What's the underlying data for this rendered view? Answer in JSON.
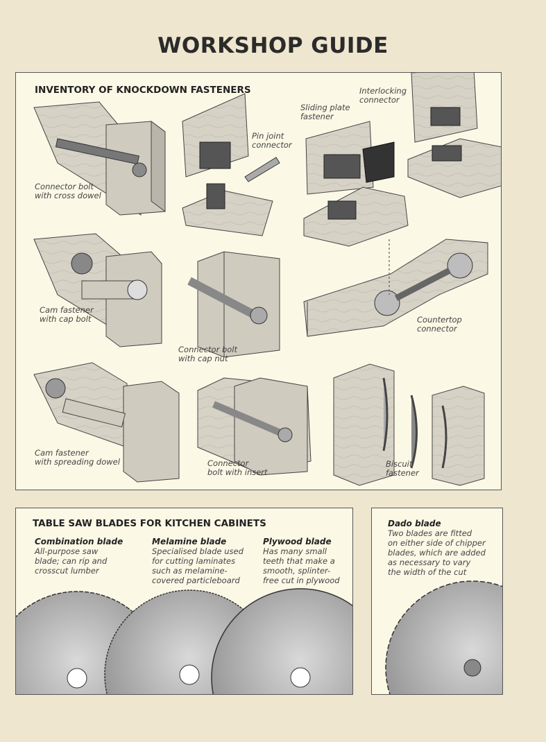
{
  "page_title": "WORKSHOP GUIDE",
  "fasteners": {
    "heading": "INVENTORY OF KNOCKDOWN FASTENERS",
    "labels": {
      "connector_bolt_cross_dowel": [
        "Connector bolt",
        "with cross dowel"
      ],
      "pin_joint": [
        "Pin joint",
        "connector"
      ],
      "sliding_plate": [
        "Sliding plate",
        "fastener"
      ],
      "interlocking": [
        "Interlocking",
        "connector"
      ],
      "cam_cap_bolt": [
        "Cam fastener",
        "with cap bolt"
      ],
      "connector_cap_nut": [
        "Connector bolt",
        "with cap nut"
      ],
      "countertop": [
        "Countertop",
        "connector"
      ],
      "cam_spreading": [
        "Cam fastener",
        "with spreading dowel"
      ],
      "connector_insert": [
        "Connector",
        "bolt with insert"
      ],
      "biscuit": [
        "Biscuit",
        "fastener"
      ]
    }
  },
  "blades": {
    "heading": "TABLE SAW BLADES FOR KITCHEN CABINETS",
    "items": [
      {
        "title": "Combination blade",
        "desc": [
          "All-purpose saw",
          "blade; can rip and",
          "crosscut lumber"
        ]
      },
      {
        "title": "Melamine blade",
        "desc": [
          "Specialised blade used",
          "for cutting laminates",
          "such as melamine-",
          "covered particleboard"
        ]
      },
      {
        "title": "Plywood blade",
        "desc": [
          "Has many small",
          "teeth that make a",
          "smooth, splinter-",
          "free cut in plywood"
        ]
      }
    ]
  },
  "dado": {
    "title": "Dado blade",
    "desc": [
      "Two blades are fitted",
      "on either side of chipper",
      "blades, which are added",
      "as necessary to vary",
      "the width of the cut"
    ]
  },
  "colors": {
    "background": "#efe6cf",
    "panel": "#fbf8e6",
    "wood": "#d6d2c6",
    "wood_end": "#b9b5aa",
    "metal": "#6f6f6f",
    "blade": "#a7a7a7"
  }
}
